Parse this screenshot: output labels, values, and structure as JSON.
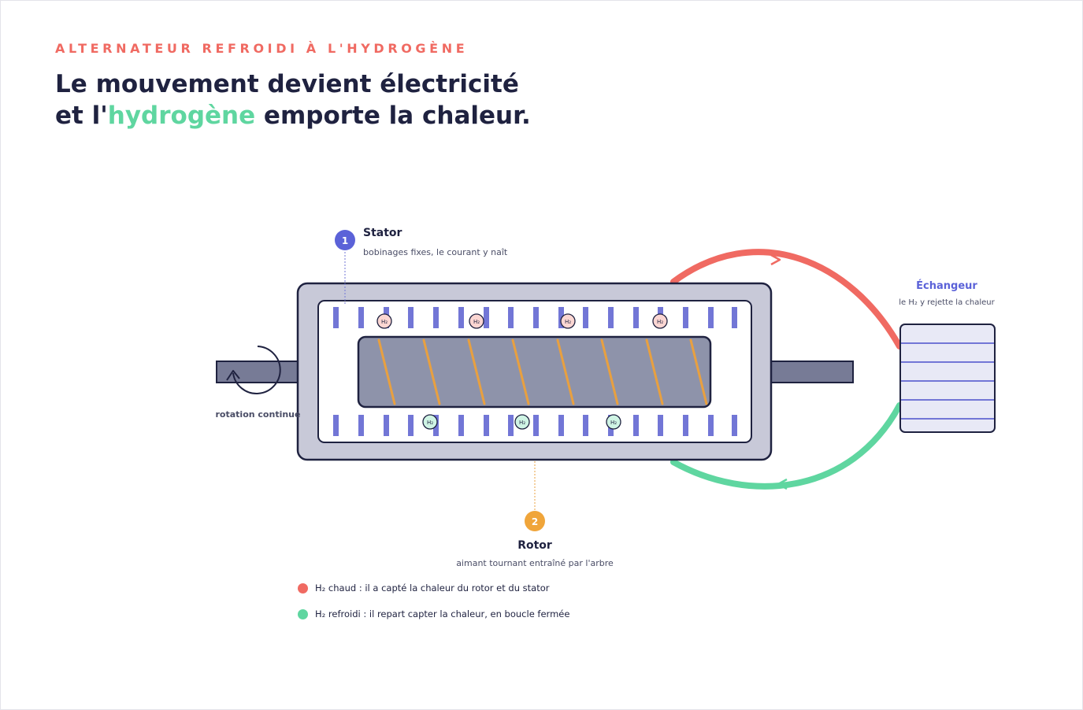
{
  "header": {
    "eyebrow": "ALTERNATEUR REFROIDI À L'HYDROGÈNE",
    "title_line1": "Le mouvement devient électricité",
    "title_line2_before": "et l'",
    "title_line2_highlight": "hydrogène",
    "title_line2_after": " emporte la chaleur."
  },
  "stator": {
    "number": "1",
    "title": "Stator",
    "subtitle": "bobinages fixes, le courant y naît"
  },
  "rotor": {
    "number": "2",
    "title": "Rotor",
    "subtitle": "aimant tournant entraîné par l'arbre"
  },
  "exchanger": {
    "title": "Échangeur",
    "subtitle": "le H₂ y rejette la chaleur"
  },
  "shaft": {
    "rotation_label": "rotation continue"
  },
  "molecule_label": "H₂",
  "legend": {
    "hot": "H₂ chaud : il a capté la chaleur du rotor et du stator",
    "cold": "H₂ refroidi : il repart capter la chaleur, en boucle fermée"
  },
  "colors": {
    "accent_blue": "#5b62d8",
    "hot": "#f06a62",
    "cold": "#5fd6a0",
    "rotor_stripe": "#e8a040",
    "dark": "#1f2240",
    "housing": "#c8c9d8",
    "rotor_body": "#8e93aa"
  }
}
